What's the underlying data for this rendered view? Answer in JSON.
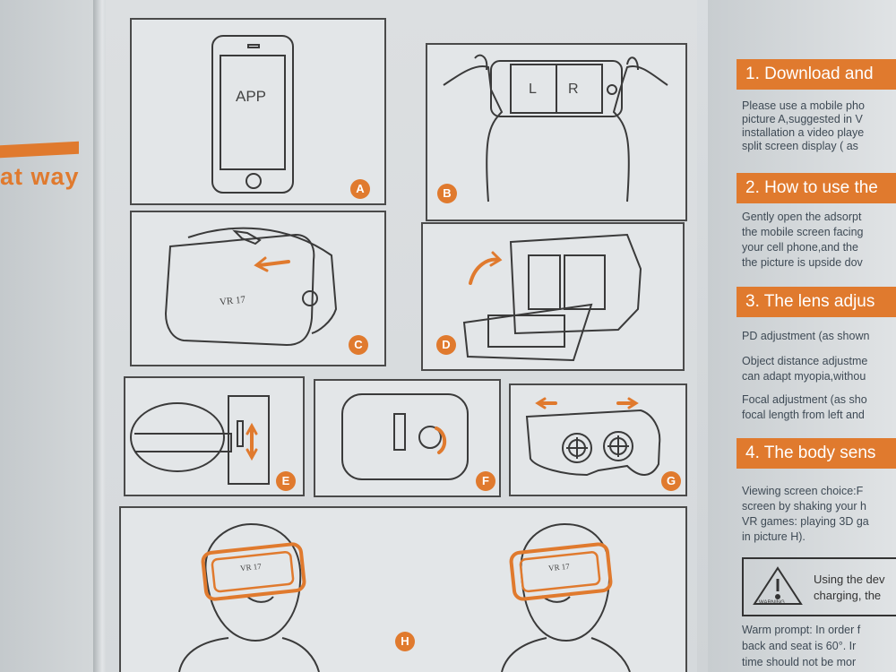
{
  "left_page": {
    "heading": "at way"
  },
  "panels": {
    "a": {
      "badge": "A",
      "phone_text": "APP"
    },
    "b": {
      "badge": "B",
      "left_text": "L",
      "right_text": "R"
    },
    "c": {
      "badge": "C",
      "brand": "VR 17"
    },
    "d": {
      "badge": "D"
    },
    "e": {
      "badge": "E"
    },
    "f": {
      "badge": "F"
    },
    "g": {
      "badge": "G"
    },
    "h": {
      "badge": "H",
      "brand": "VR 17"
    }
  },
  "manual": {
    "sections": [
      {
        "title": "1. Download and"
      },
      {
        "title": "2. How to use the"
      },
      {
        "title": "3. The lens adjus"
      },
      {
        "title": "4. The body sens"
      }
    ],
    "text": {
      "s1_l1": "Please use a mobile pho",
      "s1_l2": "picture A,suggested in V",
      "s1_l3": "installation a video playe",
      "s1_l4": "split screen display ( as",
      "s2_l1": "Gently open the adsorpt",
      "s2_l2": "the mobile screen facing",
      "s2_l3": "your cell phone,and the",
      "s2_l4": "the picture is upside dov",
      "s3_l1": "PD adjustment (as shown",
      "s3_l2": "Object distance adjustme",
      "s3_l3": "can adapt myopia,withou",
      "s3_l4": "Focal adjustment (as sho",
      "s3_l5": "focal length from left and",
      "s4_l1": "Viewing screen choice:F",
      "s4_l2": "screen by shaking your h",
      "s4_l3": "VR games: playing 3D ga",
      "s4_l4": "in picture H).",
      "warn_l1": "Using the dev",
      "warn_l2": "charging, the",
      "warn_icon": "WARNING",
      "prompt_l1": "Warm prompt: In order f",
      "prompt_l2": "back and seat is 60°.  Ir",
      "prompt_l3": "time should not be mor"
    }
  },
  "colors": {
    "accent": "#e07a2e",
    "line": "#3a3a3a"
  }
}
